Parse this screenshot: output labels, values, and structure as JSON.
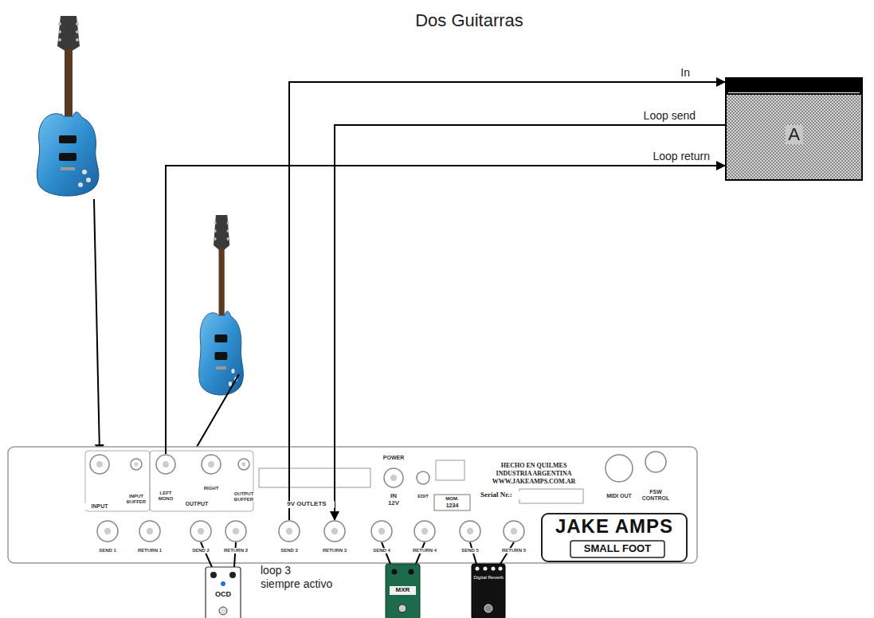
{
  "diagram": {
    "title": "Dos Guitarras",
    "nodes": [
      {
        "text": [
          "A"
        ]
      },
      {
        "text": [
          "INPUT"
        ]
      },
      {
        "text": [
          "INPUT BUFFER"
        ]
      },
      {
        "text": [
          "LEFT MONO"
        ]
      },
      {
        "text": [
          "RIGHT"
        ]
      },
      {
        "text": [
          "OUTPUT BUFFER"
        ]
      },
      {
        "text": [
          "SEND 1"
        ]
      },
      {
        "text": [
          "RETURN 1"
        ]
      },
      {
        "text": [
          "SEND 2"
        ]
      },
      {
        "text": [
          "RETURN 2"
        ]
      },
      {
        "text": [
          "SEND 3"
        ]
      },
      {
        "text": [
          "RETURN 3"
        ]
      },
      {
        "text": [
          "SEND 4"
        ]
      },
      {
        "text": [
          "RETURN 4"
        ]
      },
      {
        "text": [
          "SEND 5"
        ]
      },
      {
        "text": [
          "RETURN 5"
        ]
      }
    ],
    "edges": [
      {
        "from": 10,
        "to": 0,
        "arrow": "to",
        "label": "In"
      },
      {
        "from": 0,
        "to": 11,
        "arrow": "to",
        "label": "Loop send"
      },
      {
        "from": 3,
        "to": 0,
        "arrow": "to",
        "label": "Loop return"
      }
    ],
    "labels": [
      "OUTPUT",
      "9V OUTLETS",
      "POWER",
      "IN 12V",
      "EDIT",
      "MOM.",
      "1234",
      "HECHO EN QUILMES",
      "INDUSTRIA ARGENTINA",
      "WWW.JAKEAMPS.COM.AR",
      "Serial Nr.:",
      "MIDI OUT",
      "FSW CONTROL",
      "JAKE AMPS",
      "SMALL FOOT",
      "loop 3",
      "siempre activo",
      "OCD",
      "MXR",
      "Digital Reverb"
    ]
  }
}
